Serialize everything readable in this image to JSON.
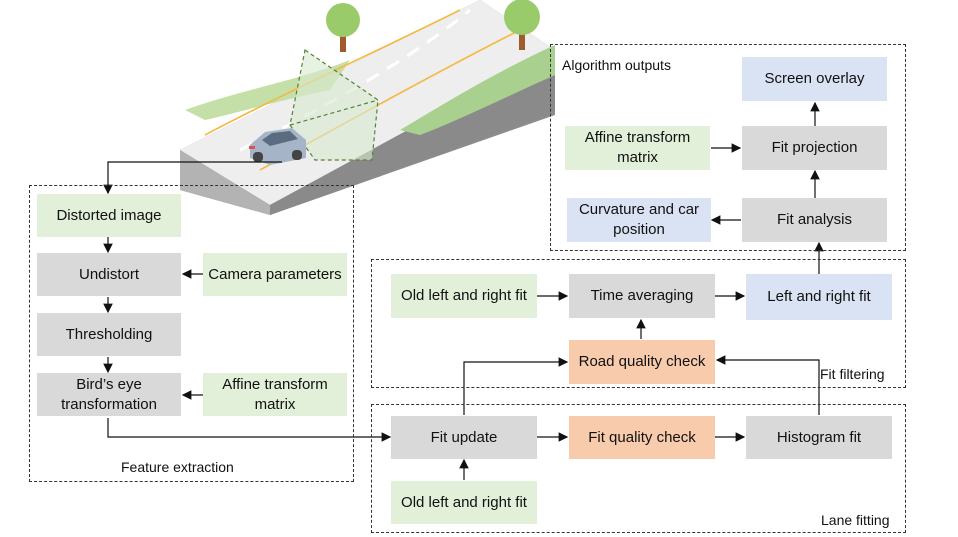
{
  "groups": {
    "feature_extraction": "Feature extraction",
    "algorithm_outputs": "Algorithm outputs",
    "fit_filtering": "Fit filtering",
    "lane_fitting": "Lane fitting"
  },
  "nodes": {
    "distorted_image": "Distorted image",
    "undistort": "Undistort",
    "camera_parameters": "Camera parameters",
    "thresholding": "Thresholding",
    "birds_eye": "Bird’s eye transformation",
    "affine_fe": "Affine transform matrix",
    "affine_ao": "Affine transform matrix",
    "screen_overlay": "Screen overlay",
    "fit_projection": "Fit projection",
    "curvature": "Curvature and car position",
    "fit_analysis": "Fit analysis",
    "old_fit_filter": "Old left and right fit",
    "time_averaging": "Time averaging",
    "left_right_fit": "Left and right fit",
    "road_quality": "Road quality check",
    "fit_update": "Fit update",
    "fit_quality": "Fit quality check",
    "histogram_fit": "Histogram fit",
    "old_fit_lane": "Old left and right fit"
  },
  "colors": {
    "input": "#e2efd9",
    "process": "#d9d9d9",
    "output": "#dae3f3",
    "check": "#f8cbad"
  }
}
